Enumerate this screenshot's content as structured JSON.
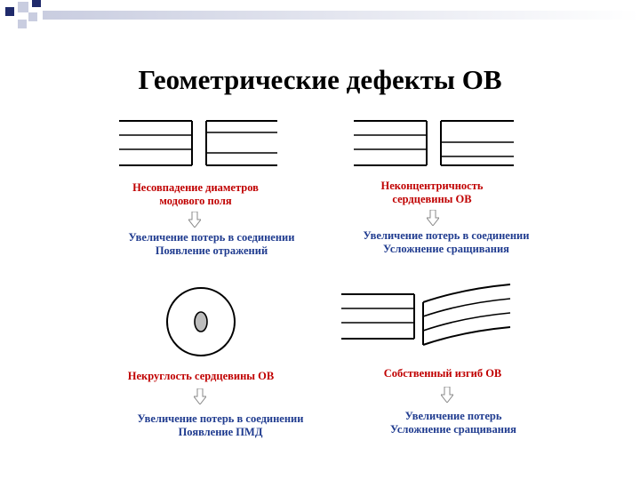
{
  "title": "Геометрические дефекты ОВ",
  "colors": {
    "defect_label": "#c00000",
    "effect_text": "#1f3b8f",
    "line": "#000000",
    "core_fill": "#bdbdbd",
    "deco_square": "#1f2a6b",
    "deco_stripe": "#c9cde0"
  },
  "panels": [
    {
      "defect": [
        "Несовпадение диаметров",
        "модового поля"
      ],
      "effects": [
        "Увеличение потерь в соединении",
        "Появление отражений"
      ]
    },
    {
      "defect": [
        "Неконцентричность",
        "сердцевины ОВ"
      ],
      "effects": [
        "Увеличение потерь в соединении",
        "Усложнение сращивания"
      ]
    },
    {
      "defect": [
        "Некруглость сердцевины ОВ"
      ],
      "effects": [
        "Увеличение потерь в соединении",
        "Появление ПМД"
      ]
    },
    {
      "defect": [
        "Собственный изгиб ОВ"
      ],
      "effects": [
        "Увеличение потерь",
        "Усложнение сращивания"
      ]
    }
  ]
}
